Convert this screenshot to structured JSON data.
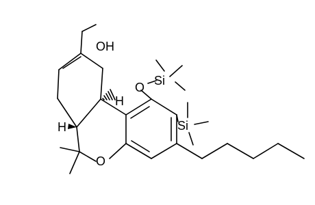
{
  "molecule": {
    "labels": {
      "hydroxyl": "OH",
      "ring_oxygen": "O",
      "siloxy_oxygen": "O",
      "silicon_top": "Si",
      "silicon_ring": "Si",
      "h_top": "H",
      "h_bottom": "H"
    }
  }
}
